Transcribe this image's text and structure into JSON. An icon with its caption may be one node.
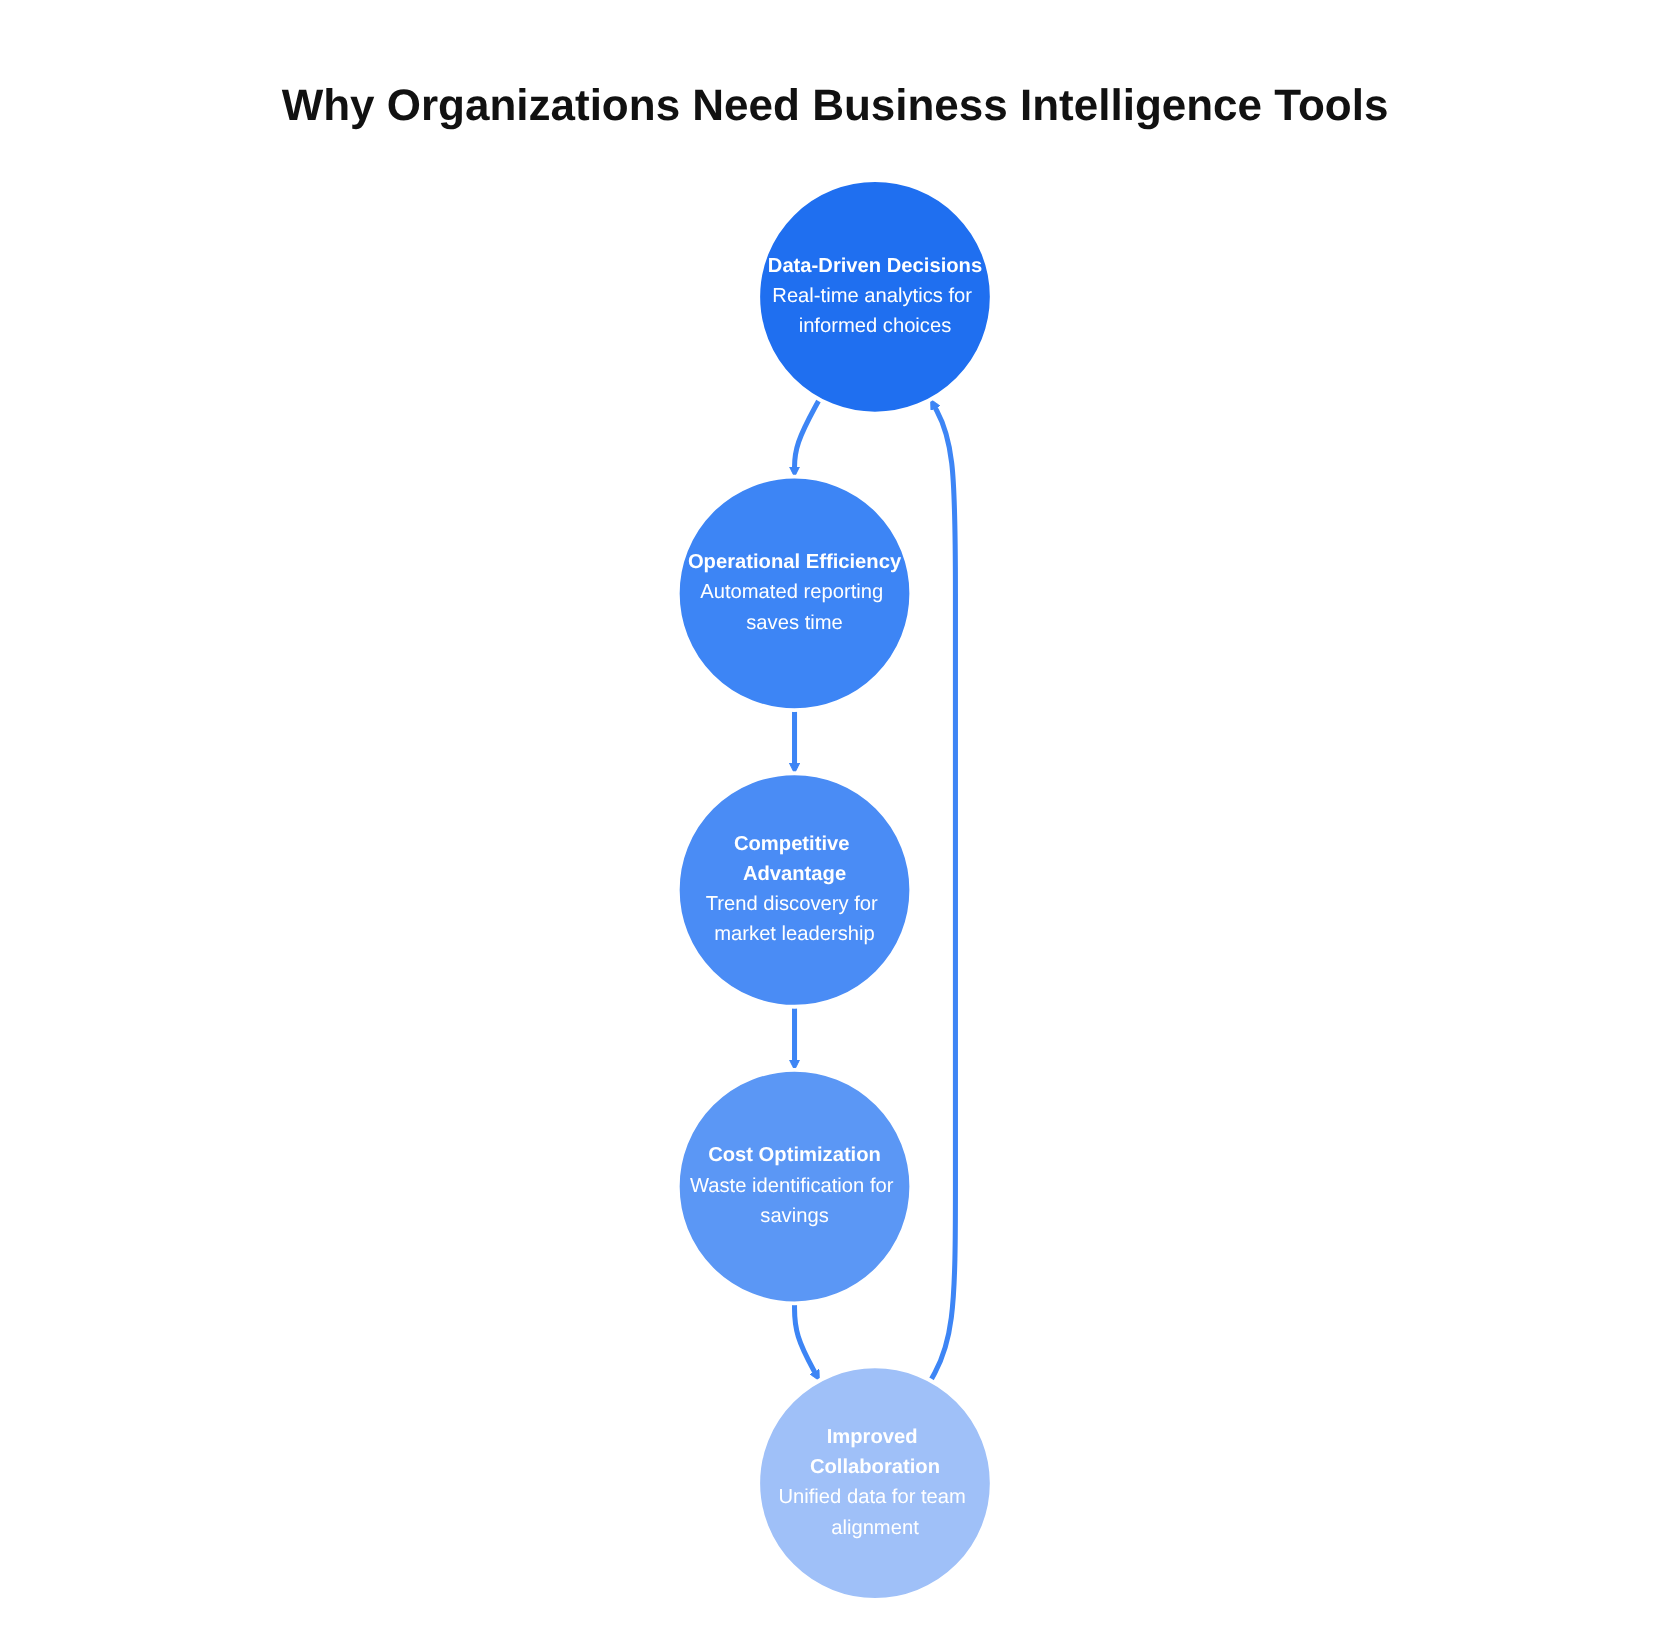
{
  "diagram": {
    "title": "Why Organizations Need Business Intelligence Tools",
    "nodes": [
      {
        "text": [
          "Data-Driven Decisions",
          "Real-time analytics for informed choices"
        ]
      },
      {
        "text": [
          "Operational Efficiency",
          "Automated reporting saves time"
        ]
      },
      {
        "text": [
          "Competitive Advantage",
          "Trend discovery for market leadership"
        ]
      },
      {
        "text": [
          "Cost Optimization",
          "Waste identification for savings"
        ]
      },
      {
        "text": [
          "Improved Collaboration",
          "Unified data for team alignment"
        ]
      }
    ],
    "edges": [
      {
        "from": 0,
        "to": 1,
        "arrow": "to"
      },
      {
        "from": 1,
        "to": 2,
        "arrow": "to"
      },
      {
        "from": 2,
        "to": 3,
        "arrow": "to"
      },
      {
        "from": 3,
        "to": 4,
        "arrow": "to"
      },
      {
        "from": 4,
        "to": 0,
        "arrow": "to"
      }
    ]
  }
}
